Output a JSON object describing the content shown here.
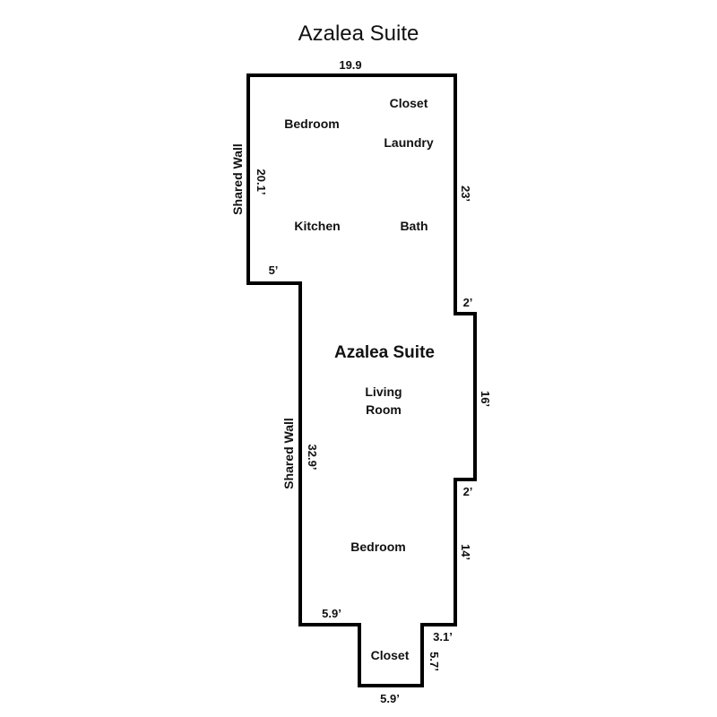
{
  "title": "Azalea Suite",
  "suite_label": "Azalea Suite",
  "colors": {
    "wall": "#000000",
    "background": "#ffffff"
  },
  "rooms": {
    "bedroom_upper": "Bedroom",
    "closet_upper": "Closet",
    "laundry": "Laundry",
    "kitchen": "Kitchen",
    "bath": "Bath",
    "living_line1": "Living",
    "living_line2": "Room",
    "bedroom_lower": "Bedroom",
    "closet_lower": "Closet"
  },
  "labels": {
    "shared_wall_upper": "Shared Wall",
    "shared_wall_lower": "Shared Wall"
  },
  "dimensions": {
    "top": "19.9",
    "left_upper": "20.1’",
    "right_upper": "23’",
    "step_left": "5’",
    "jog_top": "2’",
    "right_middle": "16’",
    "jog_bottom": "2’",
    "right_lower": "14’",
    "left_lower": "32.9’",
    "bottom_left": "5.9’",
    "closet_right_top": "3.1’",
    "closet_right": "5.7’",
    "closet_bottom": "5.9’"
  }
}
